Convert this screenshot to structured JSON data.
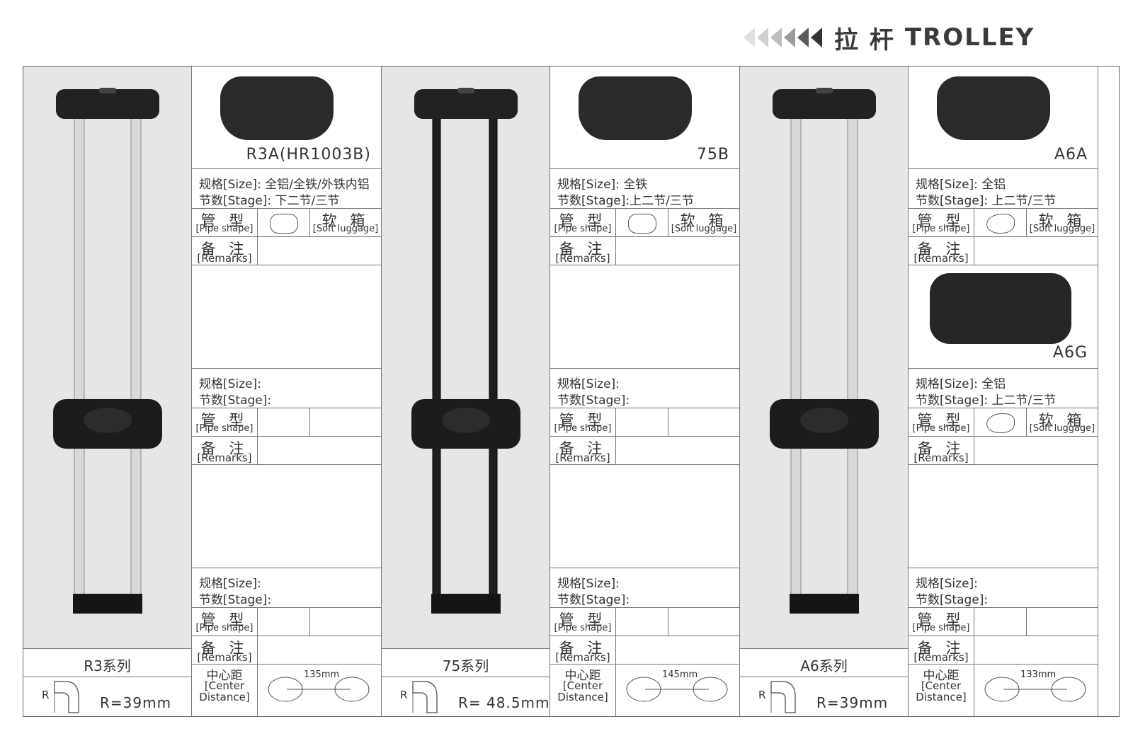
{
  "header": {
    "title_cn": "拉 杆",
    "title_en": "TROLLEY"
  },
  "products": [
    {
      "series": "R3系列",
      "radius": "R=39mm",
      "model": "R3A(HR1003B)",
      "spec1": {
        "size": "规格[Size]: 全铝/全铁/外铁内铝",
        "stage": "节数[Stage]: 下二节/三节",
        "soft": "[Soft luggage]",
        "soft_cn": "软 箱"
      },
      "spec2": {
        "size": "规格[Size]:",
        "stage": "节数[Stage]:"
      },
      "spec3": {
        "size": "规格[Size]:",
        "stage": "节数[Stage]:"
      },
      "center": "135mm"
    },
    {
      "series": "75系列",
      "radius": "R= 48.5mm",
      "model": "75B",
      "spec1": {
        "size": "规格[Size]: 全铁",
        "stage": "节数[Stage]:上二节/三节",
        "soft": "[Soft luggage]",
        "soft_cn": "软 箱"
      },
      "spec2": {
        "size": "规格[Size]:",
        "stage": "节数[Stage]:"
      },
      "spec3": {
        "size": "规格[Size]:",
        "stage": "节数[Stage]:"
      },
      "center": "145mm"
    },
    {
      "series": "A6系列",
      "radius": "R=39mm",
      "model": "A6A",
      "model2": "A6G",
      "spec1": {
        "size": "规格[Size]: 全铝",
        "stage": "节数[Stage]: 上二节/三节",
        "soft": "[Soft luggage]",
        "soft_cn": "软 箱"
      },
      "spec2": {
        "size": "规格[Size]: 全铝",
        "stage": "节数[Stage]: 上二节/三节",
        "soft": "[Soft luggage]",
        "soft_cn": "软 箱"
      },
      "spec3": {
        "size": "规格[Size]:",
        "stage": "节数[Stage]:"
      },
      "center": "133mm"
    }
  ],
  "labels": {
    "pipe_cn": "管 型",
    "pipe_en": "[Pipe shape]",
    "remarks_cn": "备 注",
    "remarks_en": "[Remarks]",
    "center_cn": "中心距",
    "center_en1": "[Center",
    "center_en2": "Distance]",
    "r_letter": "R"
  }
}
